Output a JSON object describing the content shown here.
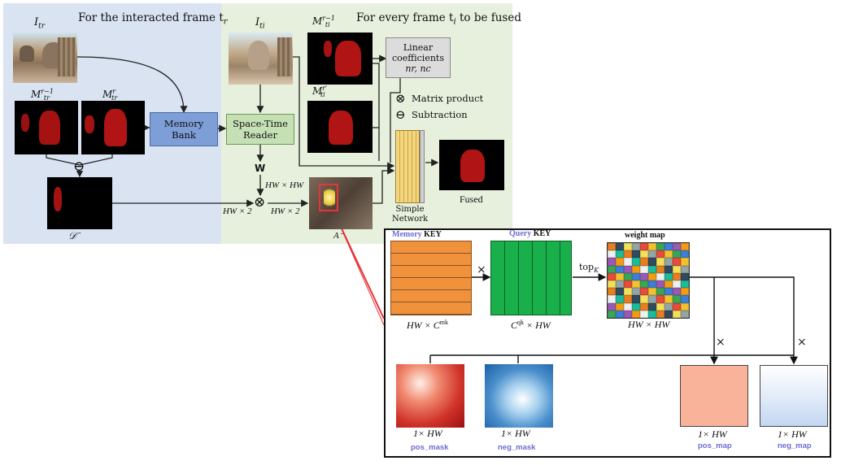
{
  "left_panel": {
    "title": "For the interacted frame t",
    "title_sub": "r",
    "img_label": "I",
    "img_sub": "tr",
    "mask_prev_label": "M",
    "mask_prev_sup": "r−1",
    "mask_prev_sub": "tr",
    "mask_label": "M",
    "mask_sup": "r",
    "mask_sub": "tr",
    "diff_label": "𝒟⁻",
    "subtract_symbol": "⊖"
  },
  "right_panel": {
    "title": "For every frame t",
    "title_sub": "i",
    "title_rest": " to be fused",
    "img_label": "I",
    "img_sub": "ti",
    "mask_prev_label": "M",
    "mask_prev_sup": "r−1",
    "mask_prev_sub": "ti",
    "mask_label": "M",
    "mask_sup": "r′",
    "mask_sub": "ti",
    "fused_label": "Fused",
    "a_label": "A⁻"
  },
  "blocks": {
    "memory_bank": "Memory Bank",
    "space_time_reader": "Space-Time Reader",
    "linear_coefficients": "Linear coefficients",
    "linear_coefficients_math": "nr, nc",
    "simple_network": "Simple Network",
    "w_label": "W"
  },
  "dims": {
    "hw_hw": "HW × HW",
    "hw_2_left": "HW × 2",
    "hw_2_right": "HW × 2"
  },
  "legend": {
    "matrix_product": "Matrix product",
    "subtraction": "Subtraction"
  },
  "zoom": {
    "memory_key_a": "Memory",
    "memory_key_b": " KEY",
    "query_key_a": "Query",
    "query_key_b": " KEY",
    "weight_map_title": "weight map",
    "times1": "×",
    "times2": "×",
    "times3": "×",
    "topk": "top",
    "topk_sub": "K",
    "memory_dim": "HW × C",
    "memory_dim_sup": "mk",
    "query_dim": "C",
    "query_dim_sup": "qk",
    "query_dim_rest": " × HW",
    "weight_dim": "HW × HW",
    "pos_mask_dim": "1× HW",
    "pos_mask_label": "pos_mask",
    "neg_mask_dim": "1× HW",
    "neg_mask_label": "neg_mask",
    "pos_map_dim": "1× HW",
    "pos_map_label": "pos_map",
    "neg_map_dim": "1× HW",
    "neg_map_label": "neg_map"
  },
  "colors": {
    "left_bg": "#d9e3f2",
    "right_bg": "#e6f0dc",
    "memory_bank": "#7d9ed6",
    "reader": "#c5e0b4",
    "memory_key": "#f0923c",
    "query_key": "#19b04c",
    "pos_map": "#f9b39a",
    "accent_text": "#6b6bd6",
    "callout": "#e8353a"
  }
}
